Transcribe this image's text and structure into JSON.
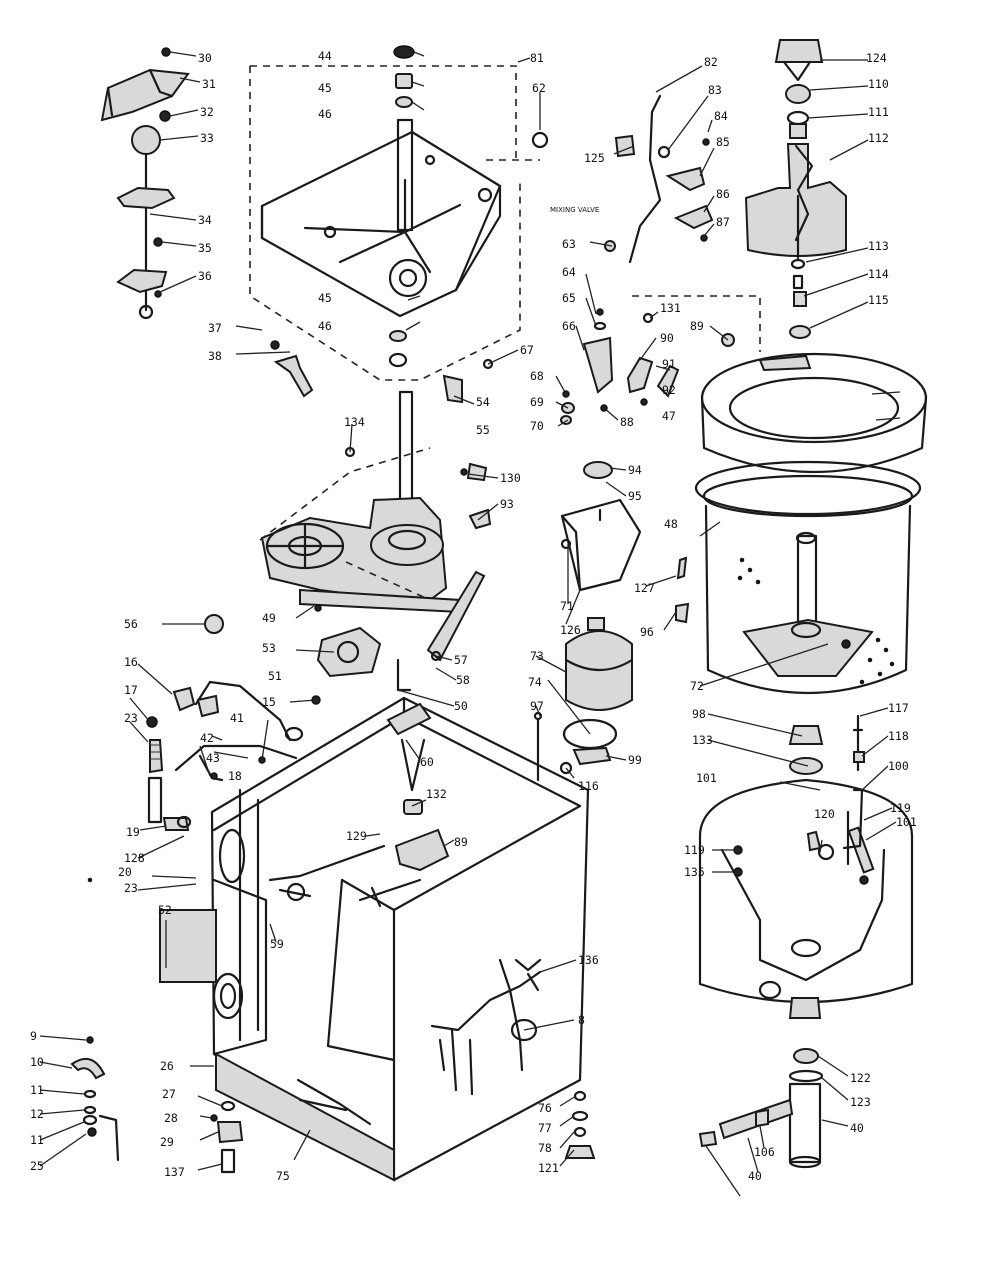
{
  "diagram": {
    "note_mixing_valve": "MIXING VALVE",
    "callouts": [
      "30",
      "31",
      "32",
      "33",
      "34",
      "35",
      "36",
      "37",
      "38",
      "44",
      "45",
      "46",
      "45",
      "46",
      "81",
      "62",
      "82",
      "83",
      "84",
      "85",
      "86",
      "87",
      "125",
      "63",
      "124",
      "110",
      "111",
      "112",
      "113",
      "114",
      "115",
      "64",
      "65",
      "66",
      "67",
      "54",
      "55",
      "68",
      "69",
      "70",
      "88",
      "131",
      "89",
      "90",
      "91",
      "92",
      "47",
      "134",
      "130",
      "93",
      "94",
      "95",
      "48",
      "49",
      "53",
      "56",
      "57",
      "58",
      "50",
      "51",
      "15",
      "16",
      "17",
      "23",
      "41",
      "42",
      "43",
      "18",
      "19",
      "128",
      "20",
      "23",
      "52",
      "59",
      "60",
      "132",
      "129",
      "89",
      "71",
      "126",
      "127",
      "96",
      "72",
      "73",
      "74",
      "97",
      "98",
      "133",
      "99",
      "116",
      "117",
      "118",
      "100",
      "101",
      "119",
      "120",
      "101",
      "119",
      "135",
      "136",
      "8",
      "9",
      "10",
      "11",
      "12",
      "11",
      "25",
      "26",
      "27",
      "28",
      "29",
      "137",
      "75",
      "76",
      "77",
      "78",
      "121",
      "122",
      "123",
      "40",
      "106",
      "40"
    ]
  }
}
